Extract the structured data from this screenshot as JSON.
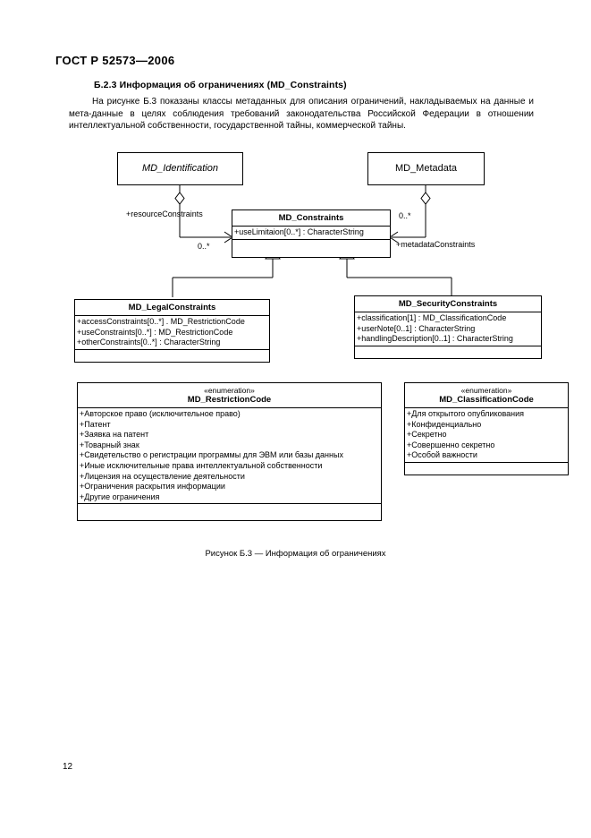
{
  "page": {
    "standard_header": "ГОСТ Р 52573—2006",
    "page_number": "12",
    "section_title": "Б.2.3  Информация об ограничениях (MD_Constraints)",
    "intro_paragraph": "На рисунке Б.3 показаны классы метаданных для описания ограничений, накладываемых на данные и мета-данные в целях соблюдения требований законодательства Российской Федерации в отношении интеллектуальной собственности, государственной тайны, коммерческой тайны.",
    "figure_caption": "Рисунок Б.3 — Информация об ограничениях"
  },
  "diagram": {
    "classes": {
      "md_identification": {
        "name": "MD_Identification",
        "stereotype": "",
        "attributes": []
      },
      "md_metadata": {
        "name": "MD_Metadata",
        "stereotype": "",
        "attributes": []
      },
      "md_constraints": {
        "name": "MD_Constraints",
        "stereotype": "",
        "attributes": [
          "+useLimitaion[0..*] : CharacterString"
        ]
      },
      "md_legal_constraints": {
        "name": "MD_LegalConstraints",
        "stereotype": "",
        "attributes": [
          "+accessConstraints[0..*] . MD_RestrictionCode",
          "+useConstraints[0..*] : MD_RestrictionCode",
          "+otherConstraints[0..*] : CharacterString"
        ]
      },
      "md_security_constraints": {
        "name": "MD_SecurityConstraints",
        "stereotype": "",
        "attributes": [
          "+classification[1] : MD_ClassificationCode",
          "+userNote[0..1] : CharacterString",
          "+handlingDescription[0..1] : CharacterString"
        ]
      },
      "md_restriction_code": {
        "name": "MD_RestrictionCode",
        "stereotype": "«enumeration»",
        "attributes": [
          "+Авторское право (исключительное право)",
          "+Патент",
          "+Заявка на патент",
          "+Товарный знак",
          "+Свидетельство о регистрации программы для ЭВМ или базы данных",
          "+Иные исключительные права интеллектуальной собственности",
          "+Лицензия на осуществление деятельности",
          "+Ограничения раскрытия информации",
          "+Другие ограничения"
        ]
      },
      "md_classification_code": {
        "name": "MD_ClassificationCode",
        "stereotype": "«enumeration»",
        "attributes": [
          "+Для открытого опубликования",
          "+Конфиденциально",
          "+Секретно",
          "+Совершенно секретно",
          "+Особой важности"
        ]
      }
    },
    "edge_labels": {
      "resource_constraints_role": "+resourceConstraints",
      "resource_constraints_mult": "0..*",
      "metadata_constraints_role": "+metadataConstraints",
      "metadata_constraints_mult": "0..*"
    },
    "colors": {
      "line": "#000000",
      "background": "#ffffff"
    }
  }
}
